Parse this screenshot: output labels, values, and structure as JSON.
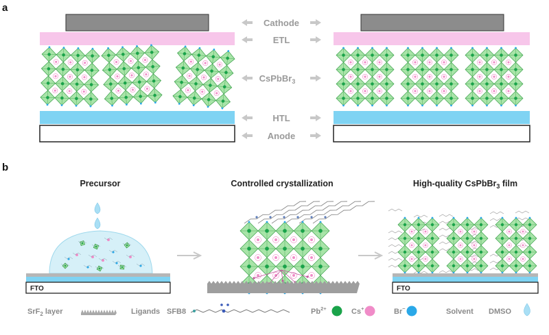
{
  "panel_a": {
    "letter": "a",
    "layers": {
      "cathode": "Cathode",
      "etl": "ETL",
      "active_main": "CsPbBr",
      "active_sub": "3",
      "htl": "HTL",
      "anode": "Anode"
    }
  },
  "panel_b": {
    "letter": "b",
    "titles": {
      "precursor": "Precursor",
      "controlled": "Controlled crystallization",
      "film_main": "High-quality CsPbBr",
      "film_sub": "3",
      "film_tail": " film"
    },
    "substrate_label": "FTO",
    "legend": {
      "srf2_main": "SrF",
      "srf2_sub": "2",
      "srf2_tail": " layer",
      "ligands": "Ligands",
      "sfb8": "SFB8",
      "pb_main": "Pb",
      "pb_sup": "2+",
      "cs_main": "Cs",
      "cs_sup": "+",
      "br_main": "Br",
      "br_sup": "−",
      "solvent": "Solvent",
      "dmso": "DMSO"
    }
  },
  "colors": {
    "octahedron_fill": "#a8e4a8",
    "octahedron_stroke": "#3aa04a",
    "pb_green": "#1aa34a",
    "cs_pink": "#f08cc8",
    "br_blue": "#2aa8e8",
    "etl_pink": "#f7c6ea",
    "htl_blue": "#7fd3f3",
    "cathode_gray": "#8c8c8c",
    "droplet_blue": "#a9dff5"
  }
}
